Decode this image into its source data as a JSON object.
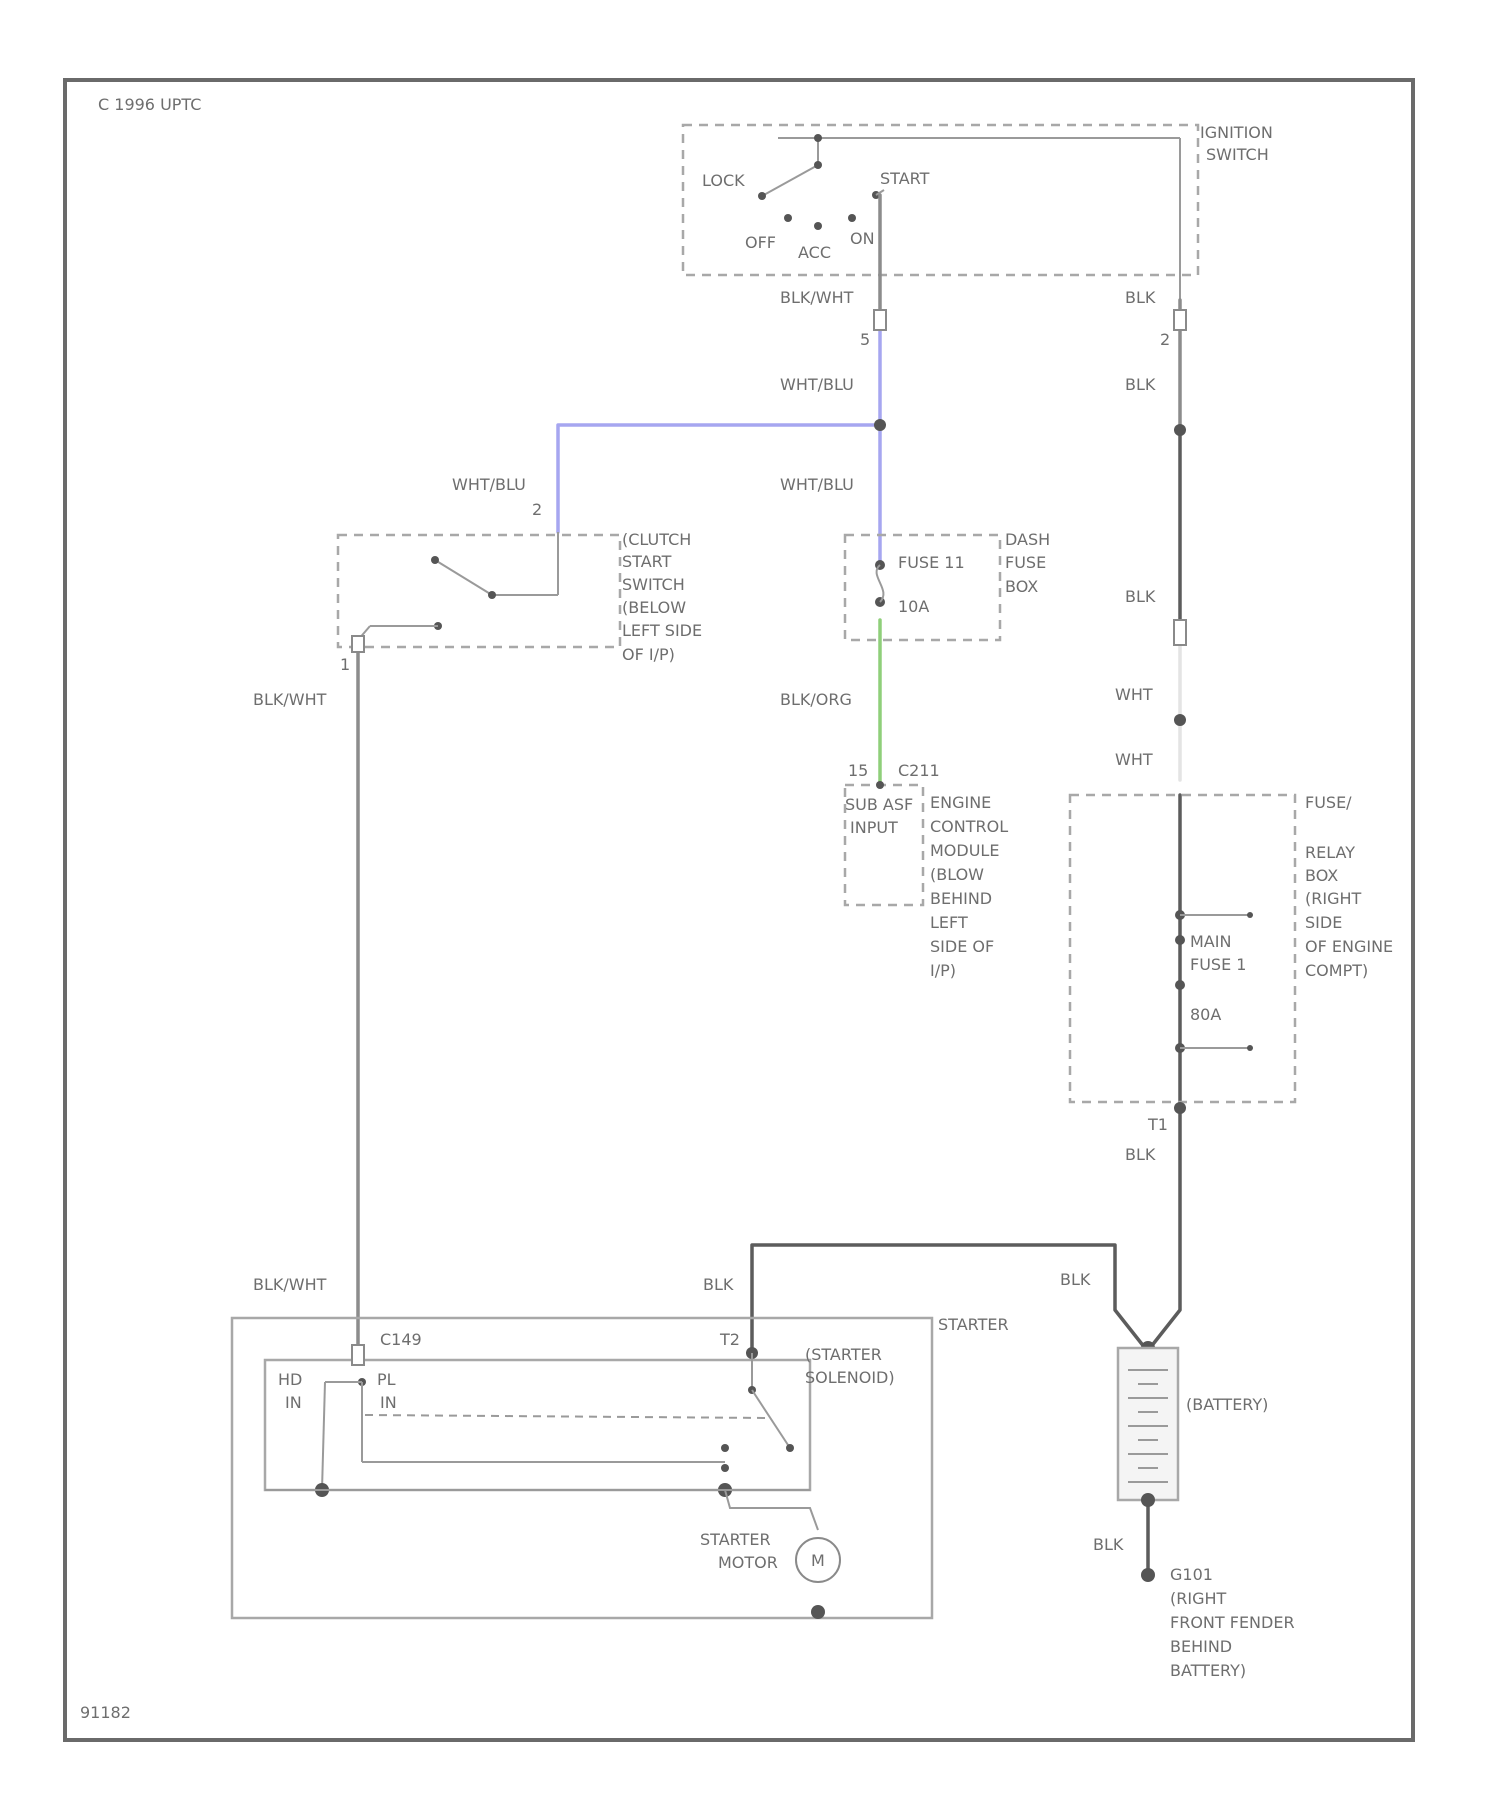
{
  "colors": {
    "border": "#6a6a6a",
    "wire_default": "#8c8c8c",
    "wire_dark": "#5c5c5c",
    "wire_white_blue": "#a6a6f0",
    "wire_black_orange": "#8fcf7a",
    "label_text": "#6e6e6e"
  },
  "copyright": "C 1996 UPTC",
  "figure_id": "91182",
  "components": {
    "ignition_switch": {
      "label_lines": [
        "IGNITION",
        "SWITCH"
      ],
      "positions": [
        "LOCK",
        "START",
        "OFF",
        "ACC",
        "ON"
      ]
    },
    "clutch_start_switch": {
      "label_lines": [
        "(CLUTCH",
        "START",
        "SWITCH",
        "(BELOW",
        "LEFT SIDE",
        "OF I/P)"
      ]
    },
    "dash_fuse_box": {
      "label_lines": [
        "DASH",
        "FUSE",
        "BOX"
      ],
      "fuse_name": "FUSE 11",
      "fuse_rating": "10A"
    },
    "engine_control_module": {
      "pin": "15",
      "connector": "C211",
      "input_lines": [
        "SUB ASF",
        "INPUT"
      ],
      "label_lines": [
        "ENGINE",
        "CONTROL",
        "MODULE",
        "(BLOW",
        "BEHIND",
        "LEFT",
        "SIDE OF",
        "I/P)"
      ]
    },
    "fuse_relay_box": {
      "label_lines": [
        "FUSE/",
        "RELAY",
        "BOX",
        "(RIGHT",
        "SIDE",
        "OF ENGINE",
        "COMPT)"
      ],
      "fuse_lines": [
        "MAIN",
        "FUSE 1"
      ],
      "fuse_rating": "80A",
      "terminal": "T1"
    },
    "starter": {
      "label": "STARTER",
      "connector": "C149",
      "terminal": "T2",
      "solenoid_lines": [
        "(STARTER",
        "SOLENOID)"
      ],
      "hd_lines": [
        "HD",
        "IN"
      ],
      "pl_lines": [
        "PL",
        "IN"
      ],
      "motor_lines": [
        "STARTER",
        "MOTOR"
      ],
      "motor_symbol": "M"
    },
    "battery": {
      "label": "(BATTERY)"
    },
    "ground": {
      "id": "G101",
      "label_lines": [
        "(RIGHT",
        "FRONT FENDER",
        "BEHIND",
        "BATTERY)"
      ]
    }
  },
  "wire_labels": {
    "blk_wht": "BLK/WHT",
    "blk": "BLK",
    "wht_blu": "WHT/BLU",
    "blk_org": "BLK/ORG",
    "wht": "WHT"
  },
  "pins": {
    "ign_start": "5",
    "ign_bat": "2",
    "clutch_in": "2",
    "clutch_out": "1"
  }
}
